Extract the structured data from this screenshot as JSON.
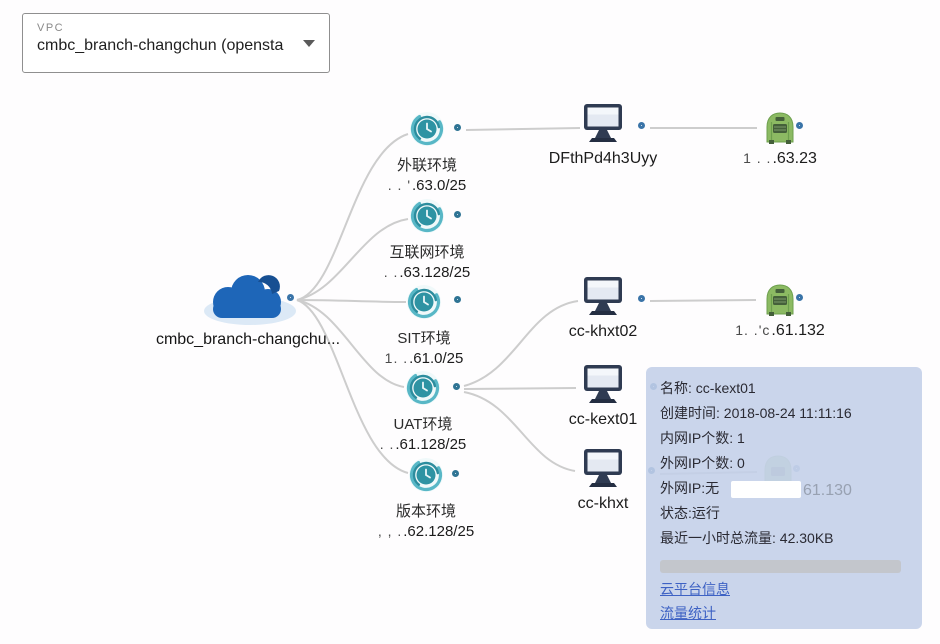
{
  "vpc_selector": {
    "label": "VPC",
    "value": "cmbc_branch-changchun (opensta"
  },
  "cloud": {
    "label": "cmbc_branch-changchu..."
  },
  "subnets": [
    {
      "name": "外联环境",
      "cidr_prefix": ". . '",
      "cidr": ".63.0/25"
    },
    {
      "name": "互联网环境",
      "cidr_prefix": ". .",
      "cidr": ".63.128/25"
    },
    {
      "name": "SIT环境",
      "cidr_prefix": "1. .",
      "cidr": ".61.0/25"
    },
    {
      "name": "UAT环境",
      "cidr_prefix": ". .",
      "cidr": ".61.128/25"
    },
    {
      "name": "版本环境",
      "cidr_prefix": ", , .",
      "cidr": ".62.128/25"
    }
  ],
  "vms": [
    {
      "name": "DFthPd4h3Uyy"
    },
    {
      "name": "cc-khxt02"
    },
    {
      "name": "cc-kext01"
    },
    {
      "name": "cc-khxt"
    }
  ],
  "gateways": [
    {
      "ip_prefix": "1 . .",
      "ip": ".63.23"
    },
    {
      "ip_prefix": "1. .'c",
      "ip": ".61.132"
    },
    {
      "ip_prefix": "",
      "ip": "61.130"
    }
  ],
  "tooltip": {
    "rows": [
      "名称: cc-kext01",
      "创建时间: 2018-08-24 11:11:16",
      "内网IP个数: 1",
      "外网IP个数: 0",
      "外网IP:无",
      "状态:运行",
      "最近一小时总流量: 42.30KB"
    ],
    "links": [
      "云平台信息",
      "流量统计"
    ]
  },
  "colors": {
    "subnet_teal": "#2e93a3",
    "cloud_blue": "#1e66b8",
    "gateway_green": "#8cba63",
    "tooltip_bg": "#c3cfe8",
    "link_blue": "#3e62c4",
    "edge_gray": "#cdcdcd"
  }
}
